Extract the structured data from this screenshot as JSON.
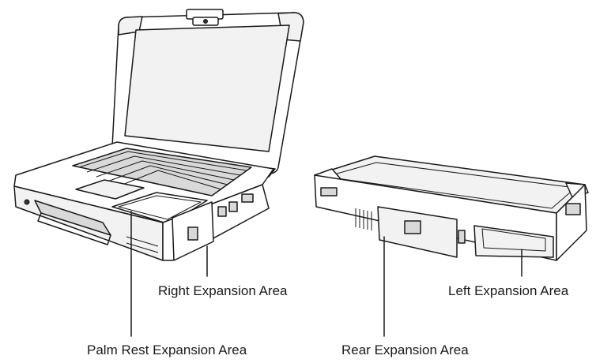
{
  "labels": {
    "right_expansion": "Right Expansion Area",
    "left_expansion": "Left Expansion Area",
    "palm_rest_expansion": "Palm Rest Expansion Area",
    "rear_expansion": "Rear Expansion Area"
  }
}
